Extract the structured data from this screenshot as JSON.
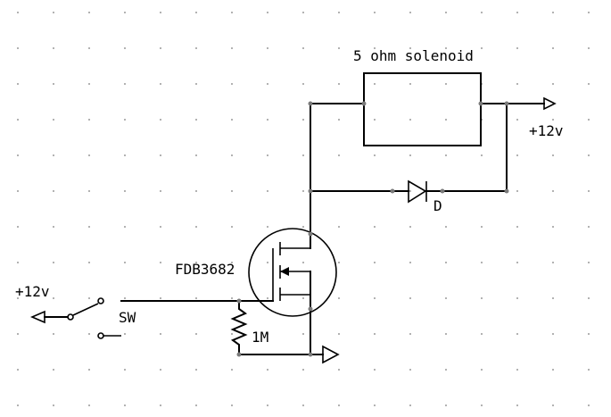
{
  "labels": {
    "solenoid": "5 ohm solenoid",
    "supply_right": "+12v",
    "supply_left": "+12v",
    "diode": "D",
    "mosfet": "FDB3682",
    "switch": "SW",
    "resistor": "1M"
  },
  "colors": {
    "background": "#ffffff",
    "ink": "#000000",
    "grid": "#9a9a9a"
  }
}
